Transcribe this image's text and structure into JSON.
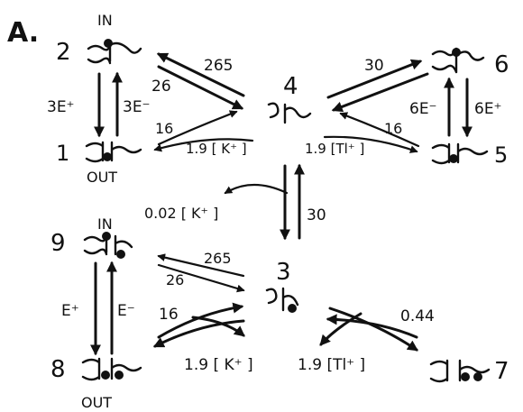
{
  "panel_label": "A.",
  "states": [
    {
      "id": "2",
      "label": "2"
    },
    {
      "id": "1",
      "label": "1"
    },
    {
      "id": "4",
      "label": "4"
    },
    {
      "id": "6",
      "label": "6"
    },
    {
      "id": "5",
      "label": "5"
    },
    {
      "id": "9",
      "label": "9"
    },
    {
      "id": "8",
      "label": "8"
    },
    {
      "id": "3",
      "label": "3"
    },
    {
      "id": "7",
      "label": "7"
    }
  ],
  "side_labels": {
    "in_top": "IN",
    "out_top": "OUT",
    "in_bottom": "IN",
    "out_bottom": "OUT"
  },
  "rates": {
    "r_2_to_4": "265",
    "r_4_to_2": "26",
    "r_1_to_4": "16",
    "r_4_to_1": "1.9 [ K⁺ ]",
    "r_6_to_4": "30",
    "r_5_to_4": "16",
    "r_4_to_5": "1.9 [Tl⁺ ]",
    "r_1_2": "3E⁺",
    "r_2_1": "3E⁻",
    "r_6_5": "6E⁻",
    "r_5_6": "6E⁺",
    "r_4_3": "30",
    "r_3_4": "0.02 [ K⁺ ]",
    "r_9_to_3": "265",
    "r_3_to_9": "26",
    "r_8_to_3": "16",
    "r_3_to_8": "1.9 [ K⁺ ]",
    "r_3_to_7": "1.9 [Tl⁺ ]",
    "r_7_to_3": "0.44",
    "r_8_9": "E⁺",
    "r_9_8": "E⁻"
  }
}
